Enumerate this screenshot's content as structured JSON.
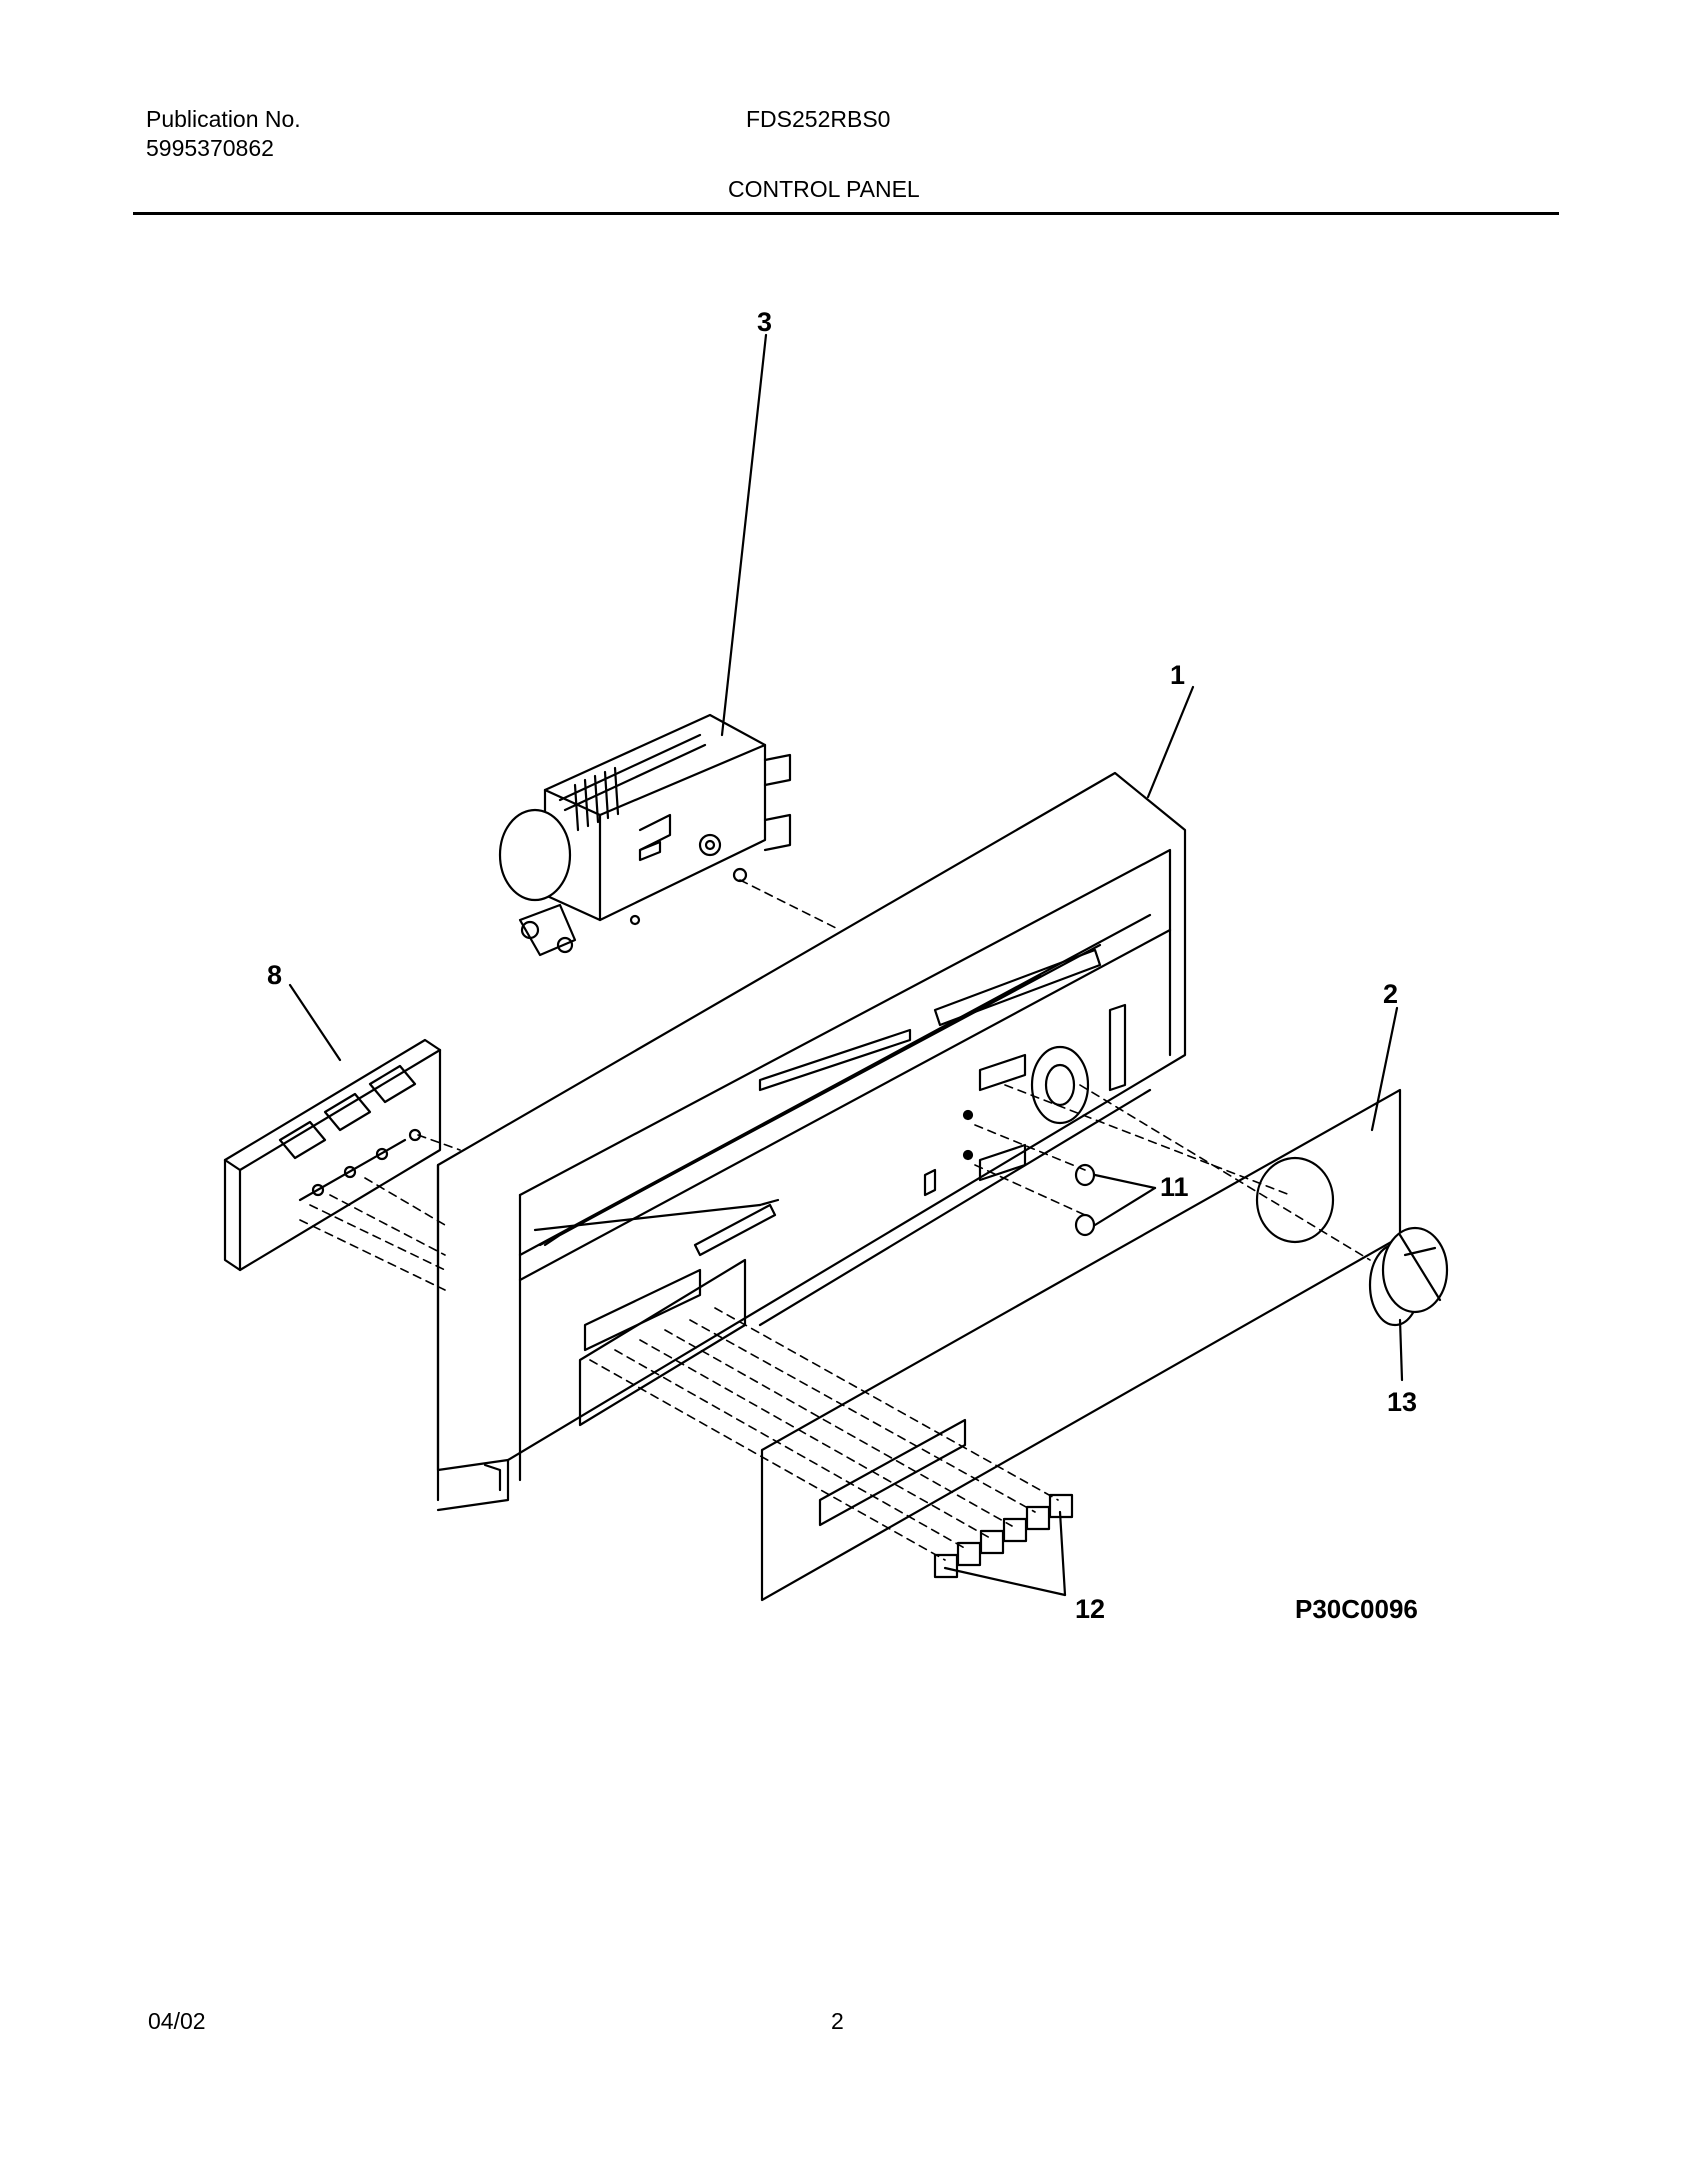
{
  "header": {
    "publication_label": "Publication No.",
    "publication_number": "5995370862",
    "model": "FDS252RBS0",
    "section_title": "CONTROL PANEL"
  },
  "diagram": {
    "callouts": {
      "c1": "1",
      "c2": "2",
      "c3": "3",
      "c8": "8",
      "c11": "11",
      "c12": "12",
      "c13": "13"
    },
    "drawing_code": "P30C0096"
  },
  "footer": {
    "date": "04/02",
    "page": "2"
  }
}
